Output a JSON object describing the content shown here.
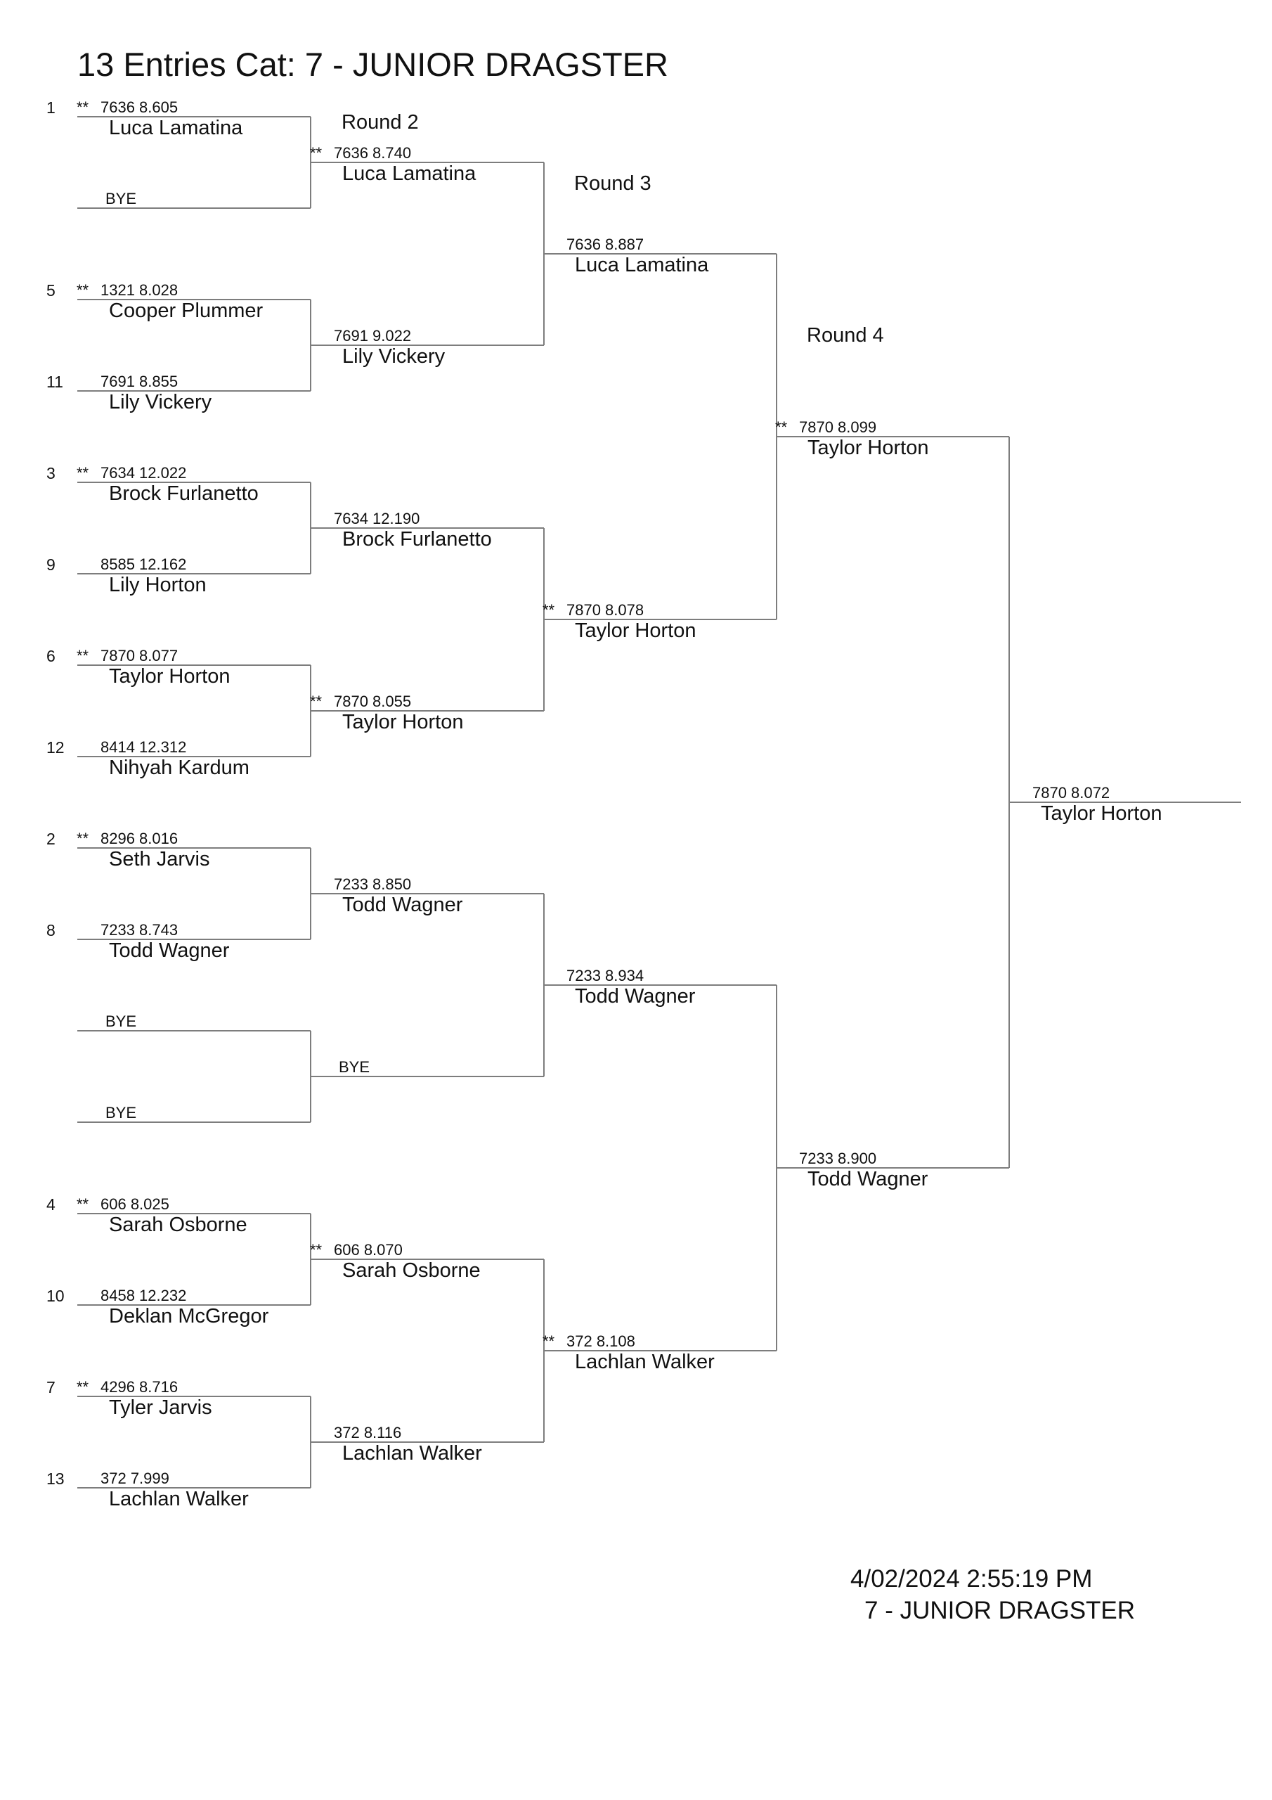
{
  "header": {
    "title": "13 Entries Cat:   7 - JUNIOR DRAGSTER"
  },
  "round_labels": {
    "r2": "Round 2",
    "r3": "Round 3",
    "r4": "Round 4"
  },
  "round1": [
    {
      "seed": "1",
      "marker": "**",
      "info": "7636  8.605",
      "name": "Luca Lamatina"
    },
    {
      "bye": "BYE"
    },
    {
      "seed": "5",
      "marker": "**",
      "info": "1321  8.028",
      "name": "Cooper Plummer"
    },
    {
      "seed": "11",
      "marker": "",
      "info": "7691  8.855",
      "name": "Lily Vickery"
    },
    {
      "seed": "3",
      "marker": "**",
      "info": "7634  12.022",
      "name": "Brock Furlanetto"
    },
    {
      "seed": "9",
      "marker": "",
      "info": "8585  12.162",
      "name": "Lily Horton"
    },
    {
      "seed": "6",
      "marker": "**",
      "info": "7870  8.077",
      "name": "Taylor Horton"
    },
    {
      "seed": "12",
      "marker": "",
      "info": "8414  12.312",
      "name": "Nihyah Kardum"
    },
    {
      "seed": "2",
      "marker": "**",
      "info": "8296  8.016",
      "name": "Seth Jarvis"
    },
    {
      "seed": "8",
      "marker": "",
      "info": "7233  8.743",
      "name": "Todd Wagner"
    },
    {
      "bye": "BYE"
    },
    {
      "bye": "BYE"
    },
    {
      "seed": "4",
      "marker": "**",
      "info": "606  8.025",
      "name": "Sarah Osborne"
    },
    {
      "seed": "10",
      "marker": "",
      "info": "8458  12.232",
      "name": "Deklan McGregor"
    },
    {
      "seed": "7",
      "marker": "**",
      "info": "4296  8.716",
      "name": "Tyler Jarvis"
    },
    {
      "seed": "13",
      "marker": "",
      "info": "372  7.999",
      "name": "Lachlan Walker"
    }
  ],
  "round2": [
    {
      "marker": "**",
      "info": "7636  8.740",
      "name": "Luca Lamatina"
    },
    {
      "marker": "",
      "info": "7691  9.022",
      "name": "Lily Vickery"
    },
    {
      "marker": "",
      "info": "7634  12.190",
      "name": "Brock Furlanetto"
    },
    {
      "marker": "**",
      "info": "7870  8.055",
      "name": "Taylor Horton"
    },
    {
      "marker": "",
      "info": "7233  8.850",
      "name": "Todd Wagner"
    },
    {
      "bye": "BYE"
    },
    {
      "marker": "**",
      "info": "606  8.070",
      "name": "Sarah Osborne"
    },
    {
      "marker": "",
      "info": "372  8.116",
      "name": "Lachlan Walker"
    }
  ],
  "round3": [
    {
      "marker": "",
      "info": "7636  8.887",
      "name": "Luca Lamatina"
    },
    {
      "marker": "**",
      "info": "7870  8.078",
      "name": "Taylor Horton"
    },
    {
      "marker": "",
      "info": "7233  8.934",
      "name": "Todd Wagner"
    },
    {
      "marker": "**",
      "info": "372  8.108",
      "name": "Lachlan Walker"
    }
  ],
  "round4": [
    {
      "marker": "**",
      "info": "7870  8.099",
      "name": "Taylor Horton"
    },
    {
      "marker": "",
      "info": "7233  8.900",
      "name": "Todd Wagner"
    }
  ],
  "final": {
    "info": "7870  8.072",
    "name": "Taylor Horton"
  },
  "footer": {
    "timestamp": "4/02/2024 2:55:19 PM",
    "category": "7 - JUNIOR DRAGSTER"
  }
}
